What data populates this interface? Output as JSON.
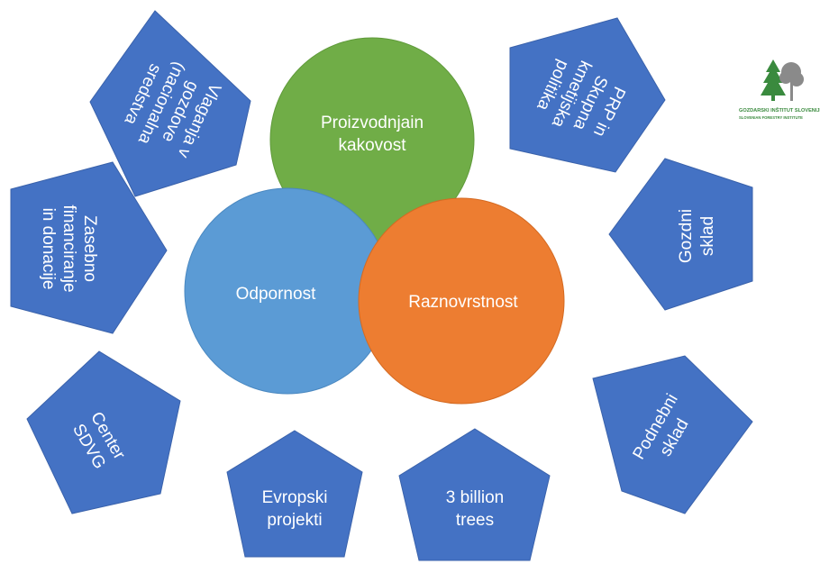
{
  "colors": {
    "pentagon": "#4472c4",
    "pentagon_border": "#3a62ab",
    "green": "#70ad47",
    "blue": "#5b9bd5",
    "orange": "#ed7d31",
    "logo_green": "#3a8a3e"
  },
  "circles": {
    "production": [
      "Proizvodnjain",
      "kakovost"
    ],
    "resilience": [
      "Odpornost"
    ],
    "diversity": [
      "Raznovrstnost"
    ]
  },
  "pentagons": {
    "forest_investment": [
      "Vlaganja v",
      "gozdove",
      "(nacionalna",
      "sredstva"
    ],
    "cap": [
      "PRP in",
      "Skupna",
      "kmetijska",
      "politika"
    ],
    "private_funding": [
      "Zasebno",
      "financiranje",
      "in donacije"
    ],
    "forest_fund": [
      "Gozdni",
      "sklad"
    ],
    "sdvg_center": [
      "Center",
      "SDVG"
    ],
    "climate_fund": [
      "Podnebni",
      "sklad"
    ],
    "eu_projects": [
      "Evropski",
      "projekti"
    ],
    "billion_trees": [
      "3 billion",
      "trees"
    ]
  },
  "logo": {
    "name": "GOZDARSKI INŠTITUT SLOVENIJE",
    "subname": "SLOVENIAN FORESTRY INSTITUTE",
    "icon": "tree-logo-icon"
  }
}
